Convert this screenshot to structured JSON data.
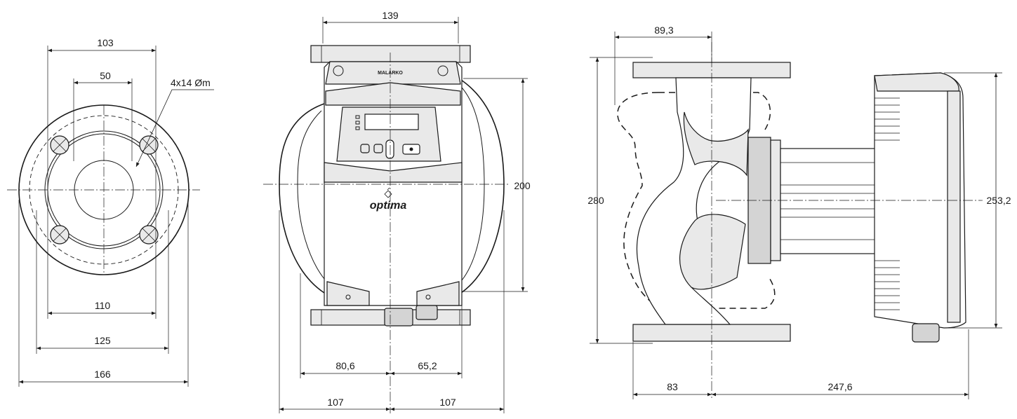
{
  "dimensions": {
    "flange_outer": "103",
    "bolt_inner": "50",
    "bolt_holes": "4x14 Øm",
    "d110": "110",
    "d125": "125",
    "d166": "166",
    "width_top": "139",
    "height_front": "200",
    "left_half": "80,6",
    "right_half": "65,2",
    "left_full": "107",
    "right_full": "107",
    "side_top": "89,3",
    "height_side": "280",
    "motor_height": "253,2",
    "side_left": "83",
    "side_right": "247,6"
  },
  "labels": {
    "brand_logo": "optima",
    "brand_small": "MALARKO"
  }
}
